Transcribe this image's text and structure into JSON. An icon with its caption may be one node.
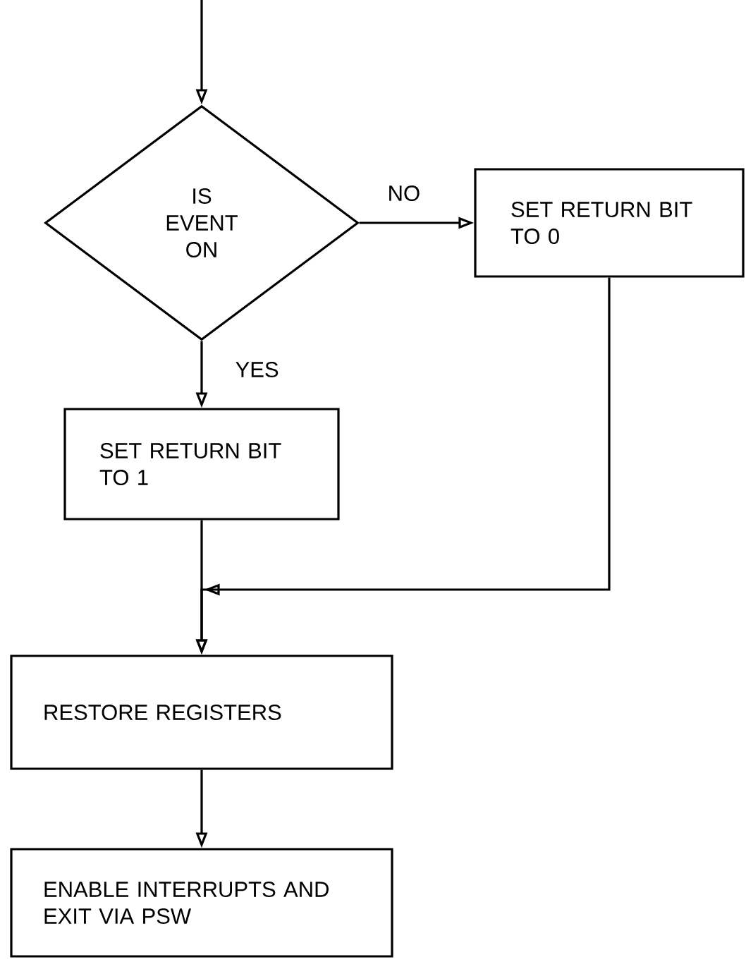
{
  "diagram": {
    "nodes": [
      {
        "text": [
          "IS EVENT ON"
        ]
      },
      {
        "text": [
          "SET RETURN BIT TO 0"
        ]
      },
      {
        "text": [
          "SET RETURN BIT TO 1"
        ]
      },
      {
        "text": [
          "RESTORE REGISTERS"
        ]
      },
      {
        "text": [
          "ENABLE INTERRUPTS AND EXIT VIA PSW"
        ]
      }
    ],
    "edges": [
      {
        "from": null,
        "to": 0,
        "arrow": "to"
      },
      {
        "from": 0,
        "to": 1,
        "arrow": "to",
        "label": "NO"
      },
      {
        "from": 0,
        "to": 2,
        "arrow": "to",
        "label": "YES"
      },
      {
        "from": 2,
        "to": 3,
        "arrow": "to"
      },
      {
        "from": 1,
        "to": 3,
        "arrow": "to"
      },
      {
        "from": 3,
        "to": 4,
        "arrow": "to"
      }
    ]
  }
}
